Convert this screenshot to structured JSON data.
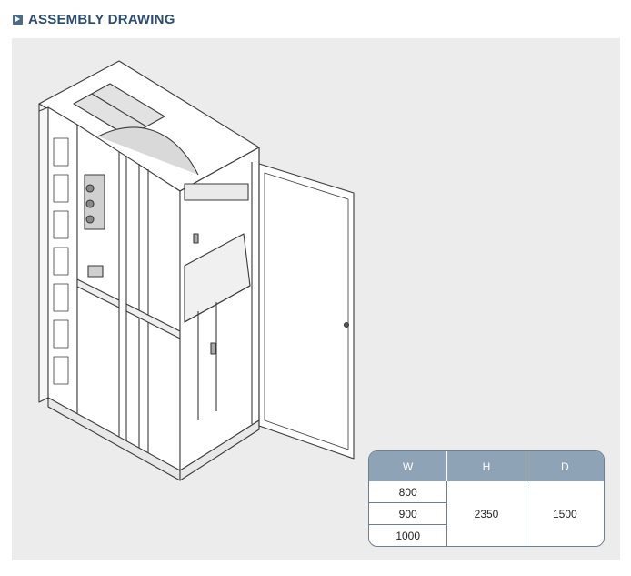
{
  "section": {
    "title": "ASSEMBLY DRAWING"
  },
  "drawing": {
    "subject": "cabinet-assembly"
  },
  "spec_table": {
    "headers": {
      "w": "W",
      "h": "H",
      "d": "D"
    },
    "widths": [
      "800",
      "900",
      "1000"
    ],
    "height": "2350",
    "depth": "1500",
    "colors": {
      "header_bg": "#8fa3b6",
      "border": "#6e7f90"
    }
  },
  "colors": {
    "title": "#2b4c6e",
    "panel_bg": "#ececec"
  }
}
